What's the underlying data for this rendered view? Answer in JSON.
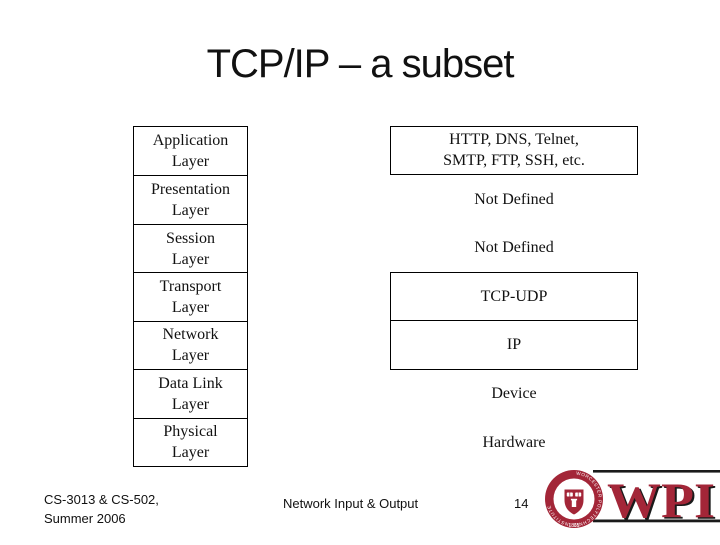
{
  "slide": {
    "title": "TCP/IP – a subset",
    "accent_color": "#A32638"
  },
  "diagram": {
    "rows": [
      {
        "left_lines": [
          "Application",
          "Layer"
        ],
        "right_lines": [
          "HTTP, DNS, Telnet,",
          "SMTP, FTP, SSH, etc."
        ],
        "right_boxed": true
      },
      {
        "left_lines": [
          "Presentation",
          "Layer"
        ],
        "right_lines": [
          "Not Defined"
        ],
        "right_boxed": false
      },
      {
        "left_lines": [
          "Session",
          "Layer"
        ],
        "right_lines": [
          "Not Defined"
        ],
        "right_boxed": false
      },
      {
        "left_lines": [
          "Transport",
          "Layer"
        ],
        "right_lines": [
          "TCP-UDP"
        ],
        "right_boxed": true
      },
      {
        "left_lines": [
          "Network",
          "Layer"
        ],
        "right_lines": [
          "IP"
        ],
        "right_boxed": true
      },
      {
        "left_lines": [
          "Data Link",
          "Layer"
        ],
        "right_lines": [
          "Device"
        ],
        "right_boxed": false
      },
      {
        "left_lines": [
          "Physical",
          "Layer"
        ],
        "right_lines": [
          "Hardware"
        ],
        "right_boxed": false
      }
    ]
  },
  "footer": {
    "course_line1": "CS-3013 & CS-502,",
    "course_line2": "Summer 2006",
    "center_title": "Network Input & Output",
    "page_number": "14"
  },
  "logo": {
    "letters": "WPI",
    "seal_text": "WORCESTER POLYTECHNIC INSTITUTE",
    "seal_year": "1865"
  }
}
